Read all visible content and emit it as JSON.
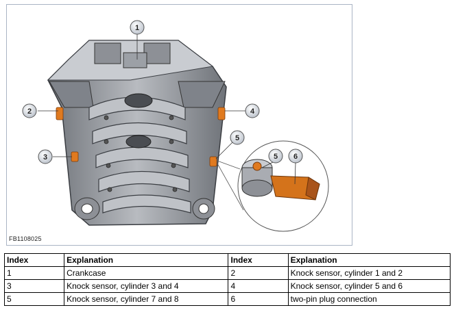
{
  "figure": {
    "id": "FB1108025",
    "callouts": [
      "1",
      "2",
      "3",
      "4",
      "5",
      "5",
      "6"
    ]
  },
  "legend": {
    "headers": [
      "Index",
      "Explanation",
      "Index",
      "Explanation"
    ],
    "rows": [
      [
        "1",
        "Crankcase",
        "2",
        "Knock sensor, cylinder 1 and 2"
      ],
      [
        "3",
        "Knock sensor, cylinder 3 and 4",
        "4",
        "Knock sensor, cylinder 5 and 6"
      ],
      [
        "5",
        "Knock sensor, cylinder 7 and 8",
        "6",
        "two-pin plug connection"
      ]
    ]
  },
  "colors": {
    "sensor": "#e07a1f",
    "engine": "#a9acb2",
    "callout": "#c9ced6"
  }
}
